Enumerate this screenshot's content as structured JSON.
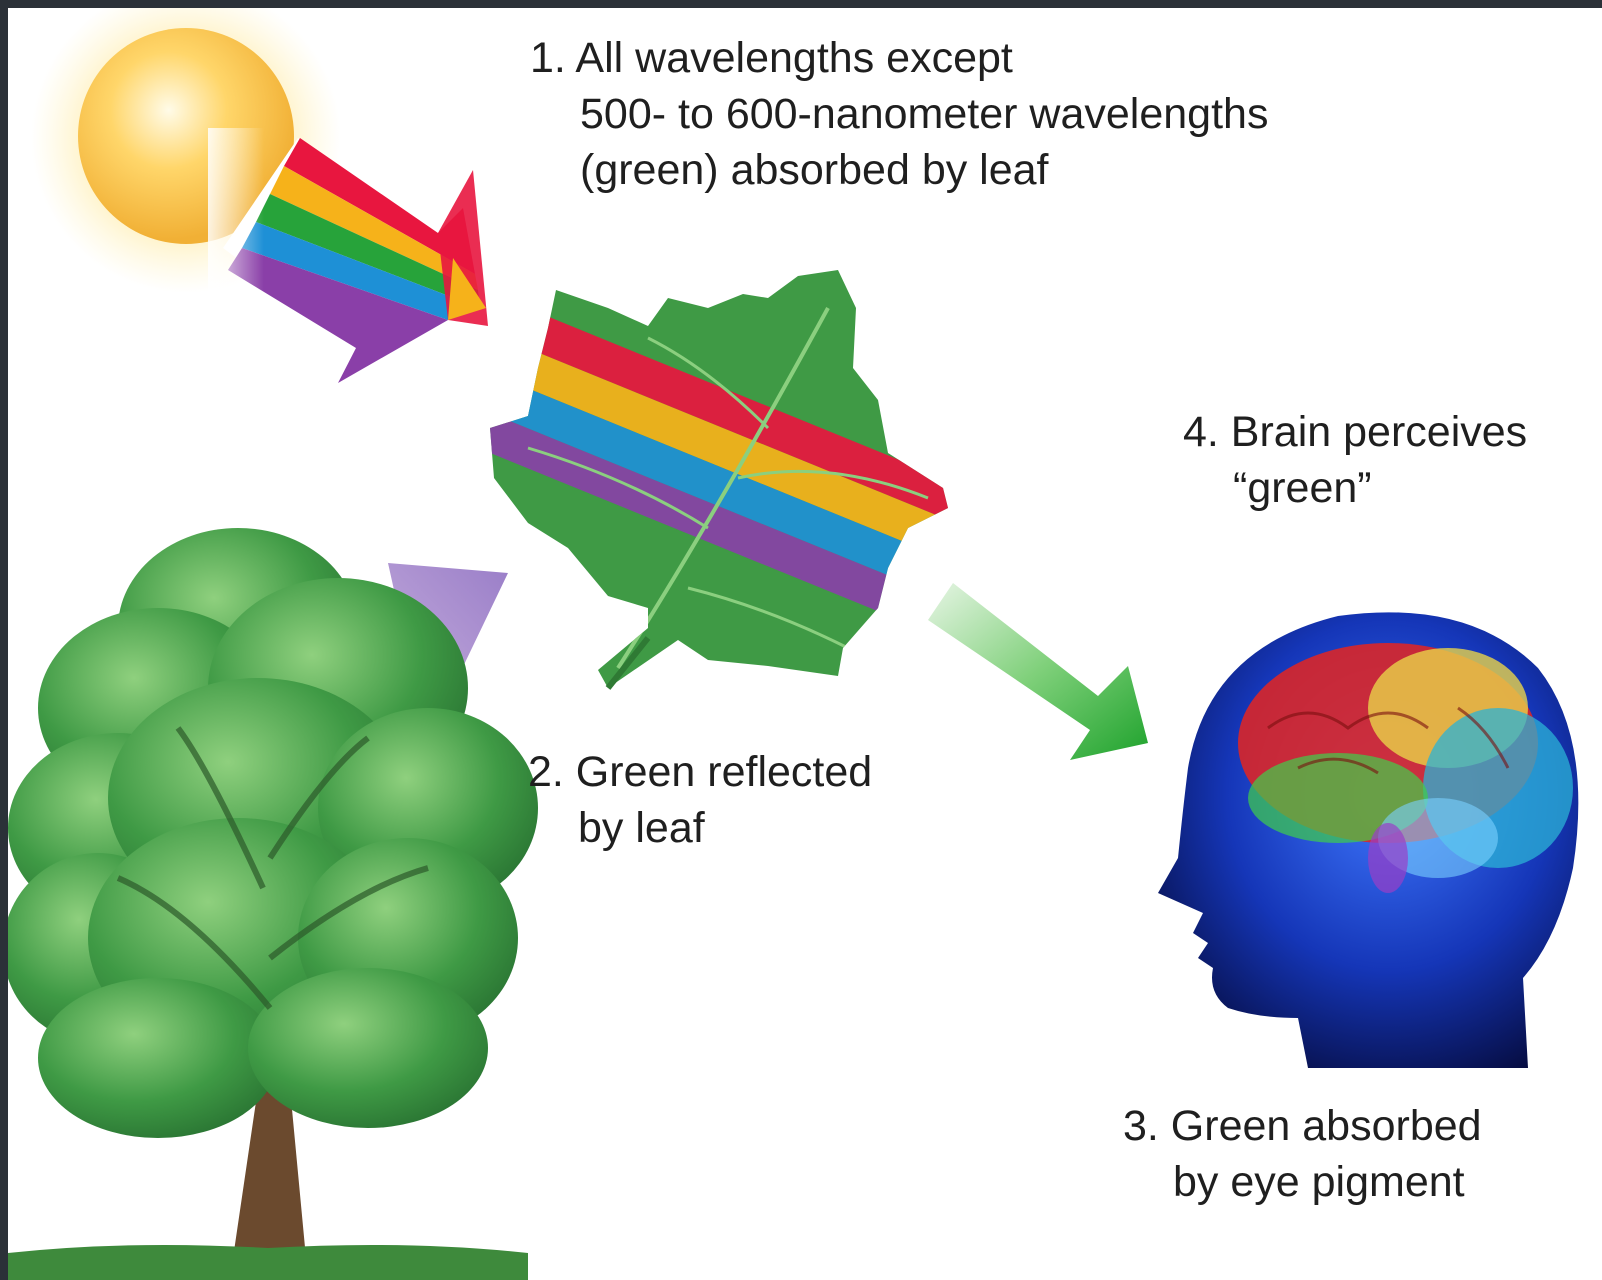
{
  "labels": {
    "step1": [
      "1. All wavelengths except",
      "500- to 600-nanometer wavelengths",
      "(green) absorbed by leaf"
    ],
    "step2": [
      "2. Green reflected",
      "by leaf"
    ],
    "step3": [
      "3. Green absorbed",
      "by eye pigment"
    ],
    "step4": [
      "4. Brain perceives",
      "“green”"
    ]
  },
  "illustrations": {
    "sun": "sun-icon",
    "spectrum_arrow": "rainbow-arrow-icon",
    "leaf": "leaf-icon",
    "tree": "tree-icon",
    "reflected_arrow": "purple-curved-arrow-icon",
    "perceived_arrow": "green-arrow-icon",
    "head": "human-head-brain-icon"
  },
  "colors": {
    "spectrum": [
      "#e8163f",
      "#f6b21a",
      "#27a33a",
      "#1e90d6",
      "#8a3fa8"
    ],
    "leaf_green": "#3f9a45",
    "brain_red": "#e52420",
    "head_blue": "#1a3fb8",
    "background": "#ffffff",
    "frame": "#2b3138"
  }
}
